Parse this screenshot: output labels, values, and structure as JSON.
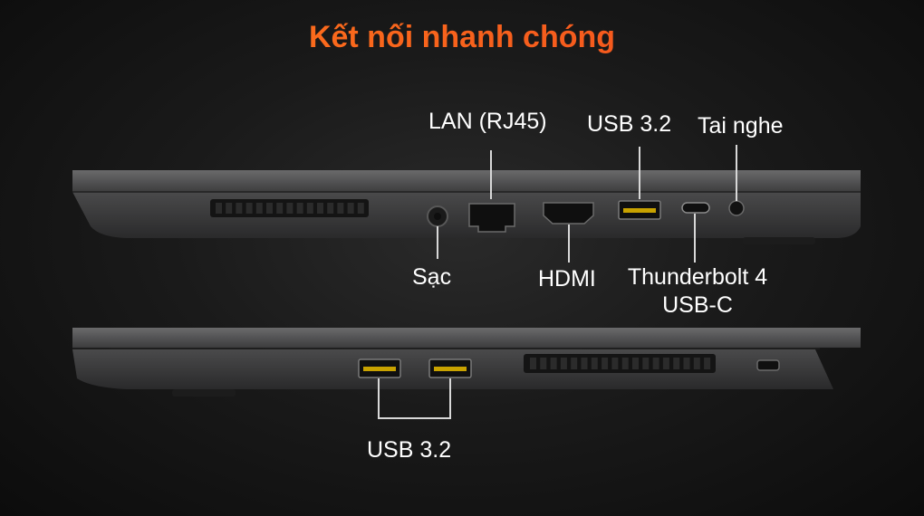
{
  "title": "Kết nối nhanh chóng",
  "colors": {
    "title_gradient_start": "#ff7a1a",
    "title_gradient_end": "#f04a1f",
    "label": "#ffffff",
    "laptop_body": "#3a3a3b"
  },
  "left_side": {
    "lan_label": "LAN (RJ45)",
    "usb_label": "USB 3.2",
    "headphone_label": "Tai nghe",
    "charging_label": "Sạc",
    "hdmi_label": "HDMI",
    "thunderbolt_label_line1": "Thunderbolt 4",
    "thunderbolt_label_line2": "USB-C"
  },
  "right_side": {
    "usb_label": "USB 3.2"
  }
}
